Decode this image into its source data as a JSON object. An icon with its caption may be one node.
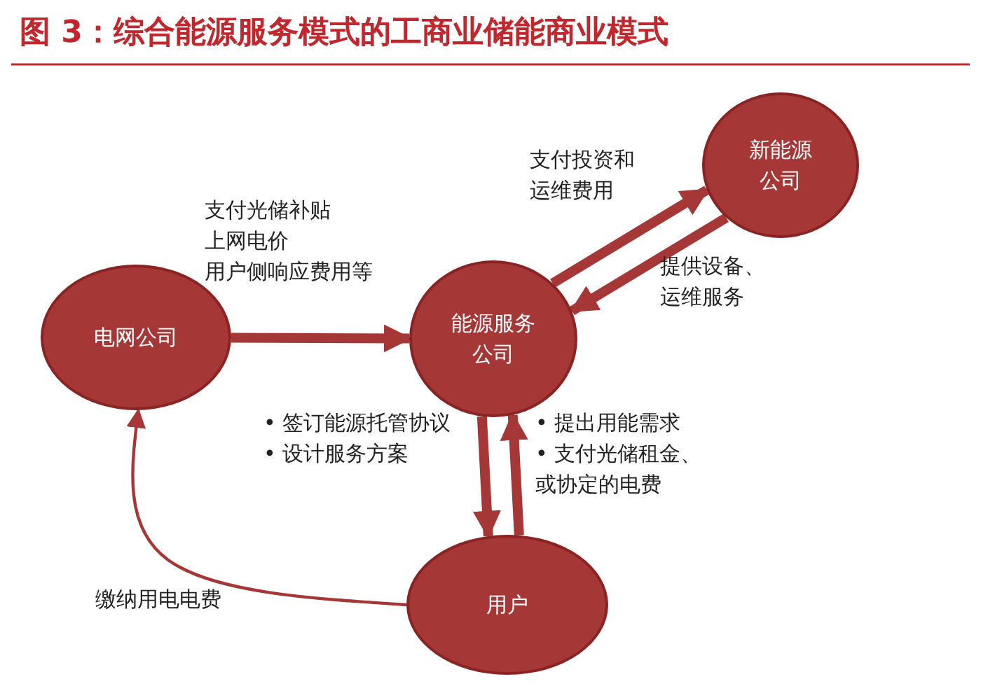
{
  "diagram": {
    "title": "图 3：综合能源服务模式的工商业储能商业模式",
    "nodes": [
      {
        "text": [
          "电网公司"
        ]
      },
      {
        "text": [
          "能源服务公司"
        ]
      },
      {
        "text": [
          "新能源公司"
        ]
      },
      {
        "text": [
          "用户"
        ]
      }
    ],
    "edges": [
      {
        "from": 0,
        "to": 1,
        "arrow": "to",
        "label": "支付光储补贴上网电价用户侧响应费用等"
      },
      {
        "from": 1,
        "to": 2,
        "arrow": "to",
        "label": "支付投资和运维费用"
      },
      {
        "from": 2,
        "to": 1,
        "arrow": "to",
        "label": "提供设备、运维服务"
      },
      {
        "from": 1,
        "to": 3,
        "arrow": "to",
        "label": "• 签订能源托管协议 • 设计服务方案"
      },
      {
        "from": 3,
        "to": 1,
        "arrow": "to",
        "label": "• 提出用能需求 • 支付光储租金、或协定的电费"
      },
      {
        "from": 3,
        "to": 0,
        "arrow": "to",
        "label": "缴纳用电电费"
      }
    ]
  }
}
